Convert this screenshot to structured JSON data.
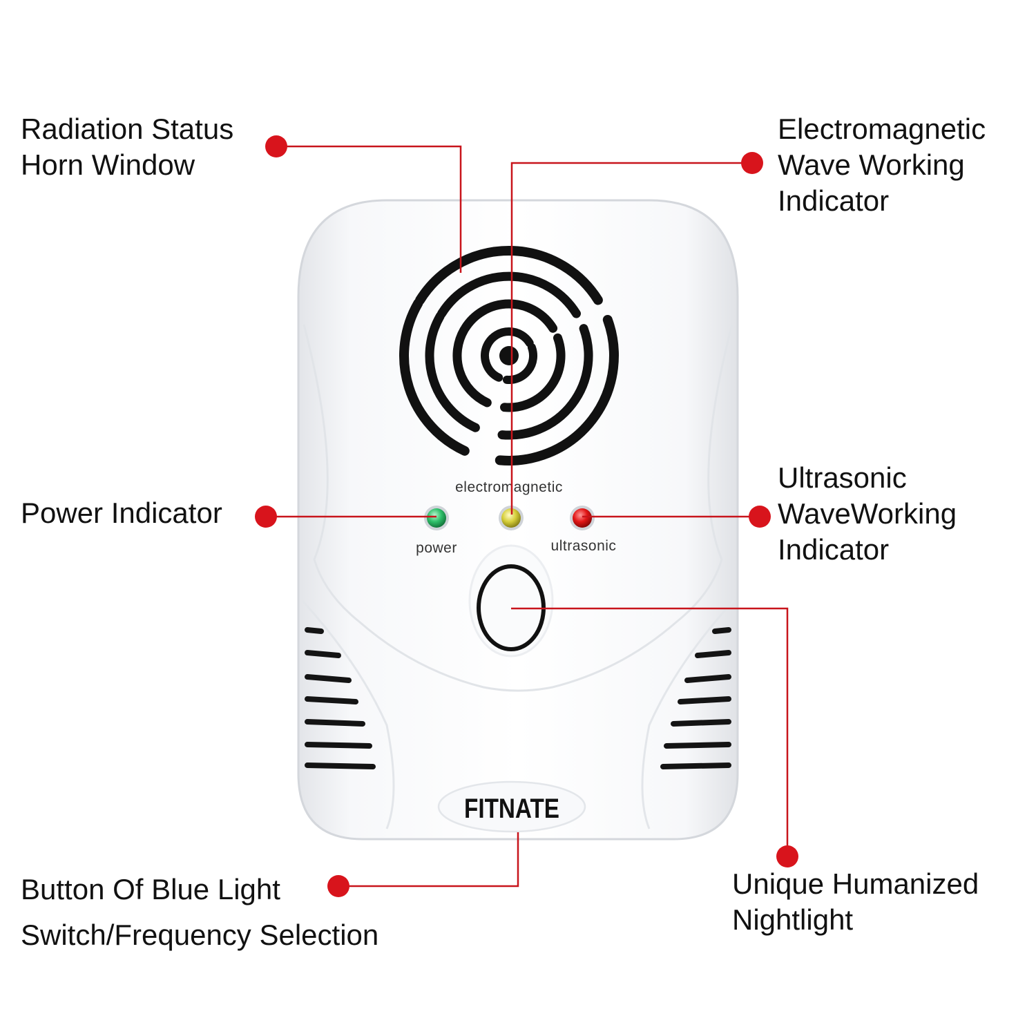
{
  "colors": {
    "callout_line": "#c8141b",
    "callout_dot": "#d8141c",
    "device_body": "#f4f5f7",
    "slot": "#111111",
    "led_power": "#2fbf6a",
    "led_electromagnetic": "#d6cf3a",
    "led_ultrasonic": "#e21616"
  },
  "callouts": {
    "radiation_window": {
      "lines": [
        "Radiation Status",
        "Horn Window"
      ]
    },
    "em_indicator": {
      "lines": [
        "Electromagnetic",
        "Wave Working",
        "Indicator"
      ]
    },
    "power_indicator": {
      "lines": [
        "Power Indicator"
      ]
    },
    "ultrasonic_indicator": {
      "lines": [
        "Ultrasonic",
        "WaveWorking",
        "Indicator"
      ]
    },
    "button": {
      "lines": [
        "Button Of Blue Light",
        "Switch/Frequency Selection"
      ]
    },
    "nightlight": {
      "lines": [
        "Unique Humanized",
        "Nightlight"
      ]
    }
  },
  "device": {
    "label_electromagnetic": "electromagnetic",
    "label_power": "power",
    "label_ultrasonic": "ultrasonic",
    "brand": "FITNATE",
    "icons": [
      "speaker-grille-icon",
      "led-icon",
      "nightlight-button-icon",
      "vent-slots-icon"
    ]
  }
}
